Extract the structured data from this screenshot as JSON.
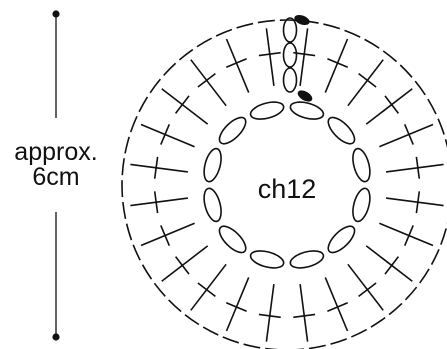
{
  "measure": {
    "label_line1": "approx.",
    "label_line2": "6cm"
  },
  "center_label": "ch12",
  "diagram": {
    "chain_ring_count": 12,
    "stitch_count": 24,
    "starting_chain_count": 3,
    "ink_color": "#111111"
  }
}
